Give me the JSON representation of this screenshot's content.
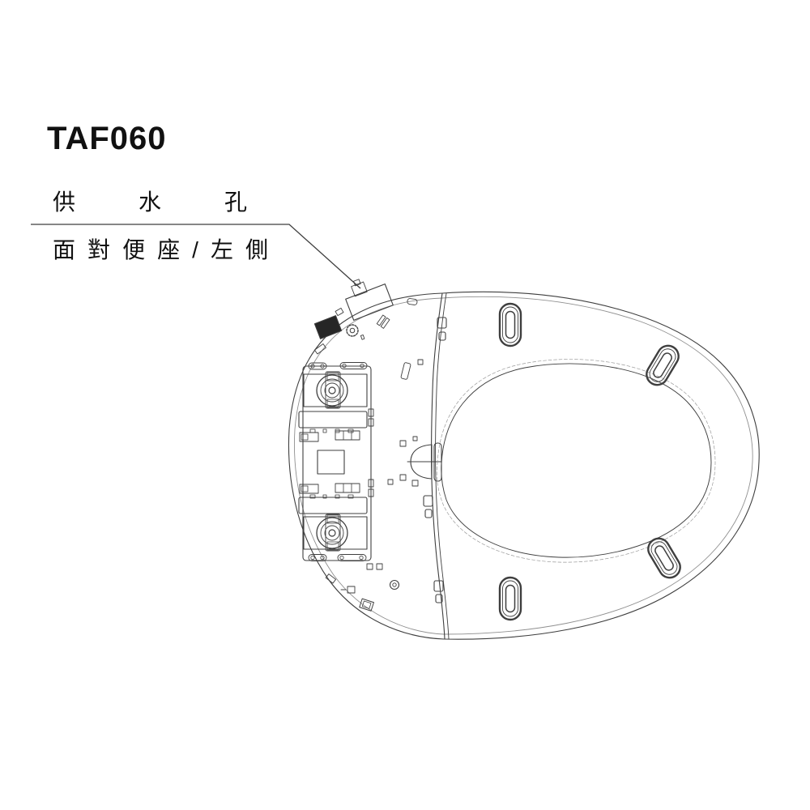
{
  "title": {
    "model": "TAF060"
  },
  "callout": {
    "label": "供水孔",
    "sublabel": "面對便座/左側"
  },
  "colors": {
    "background": "#ffffff",
    "line": "#3f3f3f",
    "faint": "#8f8f8f",
    "dark_fill": "#262626",
    "text": "#111111"
  }
}
